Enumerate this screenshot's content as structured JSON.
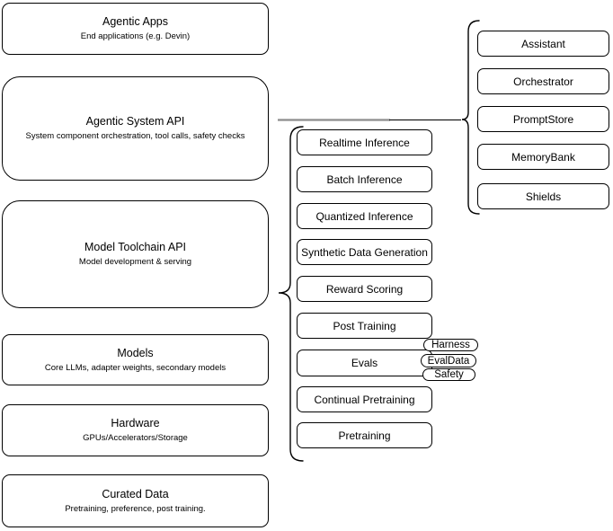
{
  "diagram": {
    "left_stack": [
      {
        "title": "Agentic Apps",
        "subtitle": "End applications (e.g. Devin)"
      },
      {
        "title": "Agentic System API",
        "subtitle": "System component orchestration, tool calls, safety checks"
      },
      {
        "title": "Model Toolchain API",
        "subtitle": "Model development & serving"
      },
      {
        "title": "Models",
        "subtitle": "Core LLMs, adapter weights, secondary models"
      },
      {
        "title": "Hardware",
        "subtitle": "GPUs/Accelerators/Storage"
      },
      {
        "title": "Curated Data",
        "subtitle": "Pretraining, preference, post training."
      }
    ],
    "toolchain_items": [
      "Realtime Inference",
      "Batch Inference",
      "Quantized Inference",
      "Synthetic Data Generation",
      "Reward Scoring",
      "Post Training",
      "Evals",
      "Continual Pretraining",
      "Pretraining"
    ],
    "evals_tags": [
      "Harness",
      "EvalData",
      "Safety"
    ],
    "system_components": [
      "Assistant",
      "Orchestrator",
      "PromptStore",
      "MemoryBank",
      "Shields"
    ],
    "colors": {
      "background": "#ffffff",
      "box_fill": "#ffffff",
      "box_stroke": "#000000",
      "connector_gray": "#8c8c8c"
    }
  }
}
